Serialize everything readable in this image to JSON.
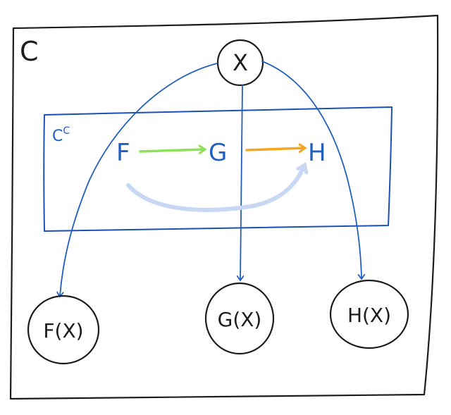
{
  "outer_category_label": "C",
  "inner_category_label": "C",
  "inner_category_superscript": "C",
  "object_x_label": "X",
  "functors": [
    {
      "id": "F",
      "label": "F"
    },
    {
      "id": "G",
      "label": "G"
    },
    {
      "id": "H",
      "label": "H"
    }
  ],
  "images": [
    {
      "id": "FX",
      "label": "F(X)"
    },
    {
      "id": "GX",
      "label": "G(X)"
    },
    {
      "id": "HX",
      "label": "H(X)"
    }
  ],
  "colors": {
    "ink": "#1c1c1c",
    "functor_blue": "#1f5fbf",
    "arrow_f_to_g": "#8fe05a",
    "arrow_g_to_h": "#f5a623",
    "arrow_f_to_h": "#c8d8f4"
  }
}
